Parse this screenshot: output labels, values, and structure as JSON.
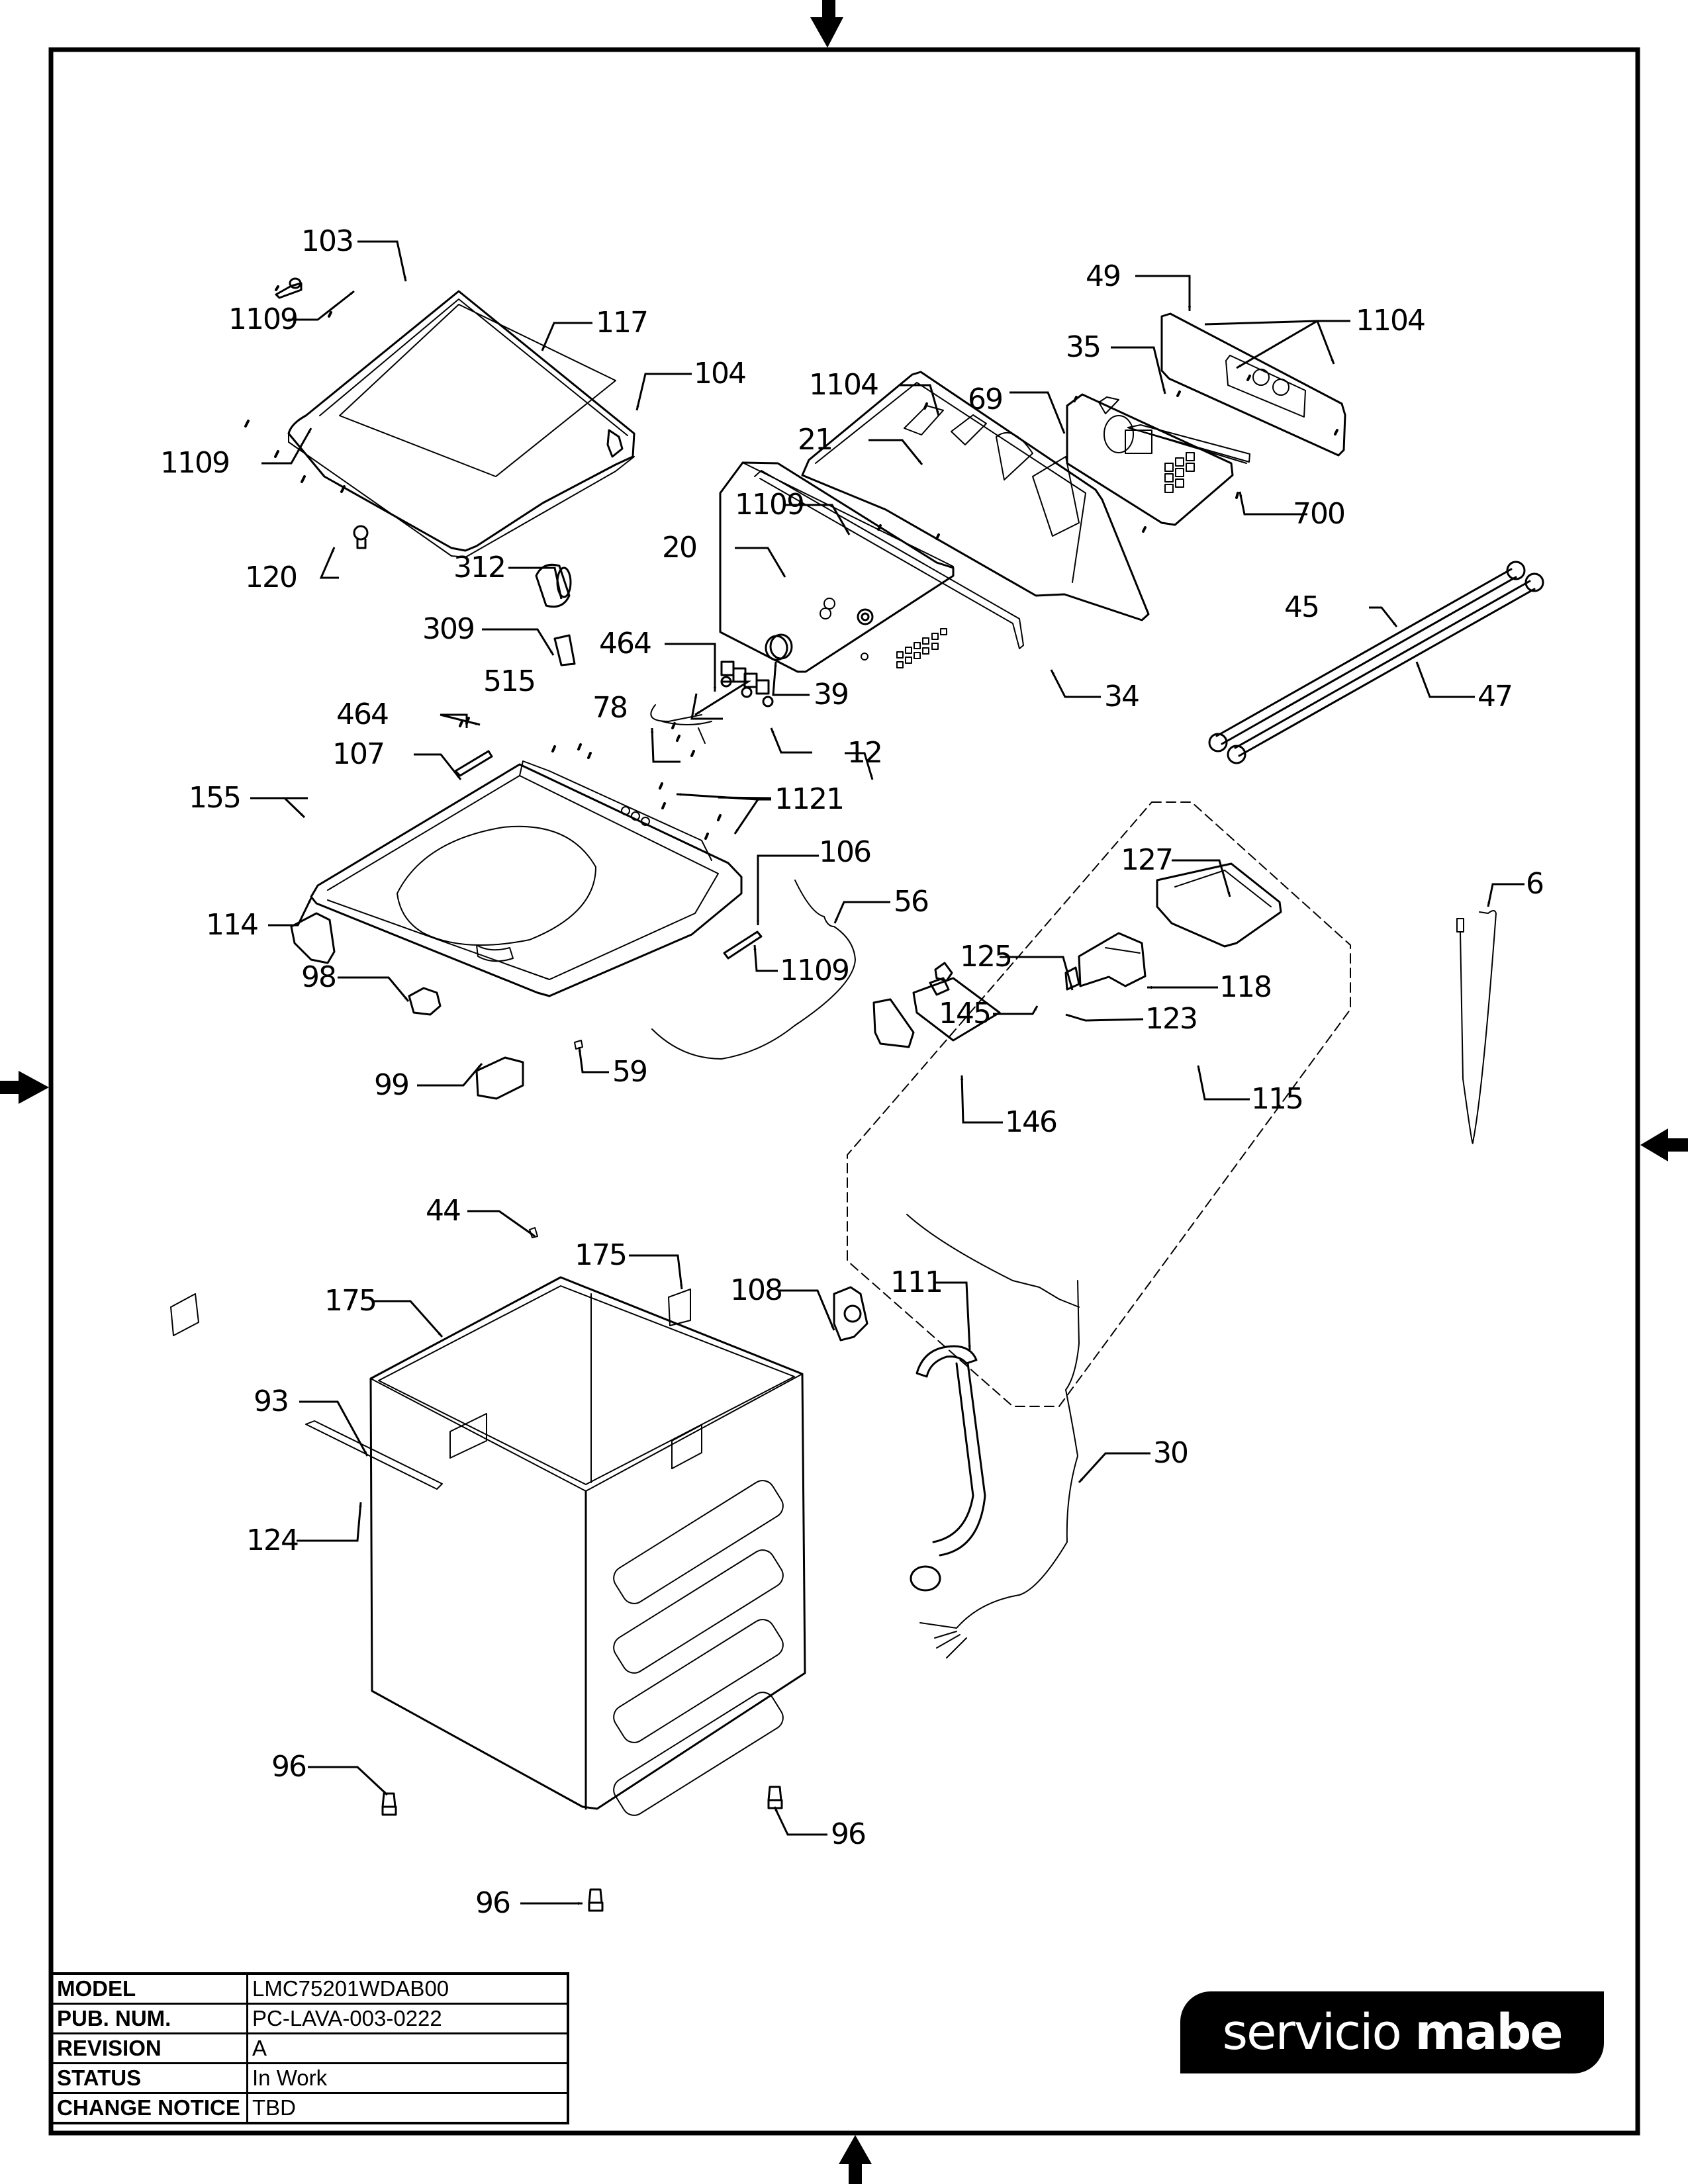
{
  "document": {
    "type": "exploded-parts-diagram",
    "subject": "Top-load washer cabinet, top cover, control panel and dispenser"
  },
  "callouts": [
    {
      "id": "c103",
      "label": "103"
    },
    {
      "id": "c1109a",
      "label": "1109"
    },
    {
      "id": "c117",
      "label": "117"
    },
    {
      "id": "c104",
      "label": "104"
    },
    {
      "id": "c1109b",
      "label": "1109"
    },
    {
      "id": "c120",
      "label": "120"
    },
    {
      "id": "c49",
      "label": "49"
    },
    {
      "id": "c1104a",
      "label": "1104"
    },
    {
      "id": "c35",
      "label": "35"
    },
    {
      "id": "c1104b",
      "label": "1104"
    },
    {
      "id": "c69",
      "label": "69"
    },
    {
      "id": "c21",
      "label": "21"
    },
    {
      "id": "c700",
      "label": "700"
    },
    {
      "id": "c1109c",
      "label": "1109"
    },
    {
      "id": "c20",
      "label": "20"
    },
    {
      "id": "c312",
      "label": "312"
    },
    {
      "id": "c309",
      "label": "309"
    },
    {
      "id": "c464a",
      "label": "464"
    },
    {
      "id": "c39",
      "label": "39"
    },
    {
      "id": "c34",
      "label": "34"
    },
    {
      "id": "c45",
      "label": "45"
    },
    {
      "id": "c47",
      "label": "47"
    },
    {
      "id": "c515",
      "label": "515"
    },
    {
      "id": "c78",
      "label": "78"
    },
    {
      "id": "c12",
      "label": "12"
    },
    {
      "id": "c464b",
      "label": "464"
    },
    {
      "id": "c107",
      "label": "107"
    },
    {
      "id": "c1121",
      "label": "1121"
    },
    {
      "id": "c155",
      "label": "155"
    },
    {
      "id": "c106",
      "label": "106"
    },
    {
      "id": "c114",
      "label": "114"
    },
    {
      "id": "c56",
      "label": "56"
    },
    {
      "id": "c127",
      "label": "127"
    },
    {
      "id": "c6",
      "label": "6"
    },
    {
      "id": "c1109d",
      "label": "1109"
    },
    {
      "id": "c98",
      "label": "98"
    },
    {
      "id": "c125",
      "label": "125"
    },
    {
      "id": "c118",
      "label": "118"
    },
    {
      "id": "c145",
      "label": "145"
    },
    {
      "id": "c123",
      "label": "123"
    },
    {
      "id": "c99",
      "label": "99"
    },
    {
      "id": "c59",
      "label": "59"
    },
    {
      "id": "c146",
      "label": "146"
    },
    {
      "id": "c115",
      "label": "115"
    },
    {
      "id": "c44",
      "label": "44"
    },
    {
      "id": "c175a",
      "label": "175"
    },
    {
      "id": "c175b",
      "label": "175"
    },
    {
      "id": "c108",
      "label": "108"
    },
    {
      "id": "c111",
      "label": "111"
    },
    {
      "id": "c93",
      "label": "93"
    },
    {
      "id": "c30",
      "label": "30"
    },
    {
      "id": "c124",
      "label": "124"
    },
    {
      "id": "c96a",
      "label": "96"
    },
    {
      "id": "c96b",
      "label": "96"
    },
    {
      "id": "c96c",
      "label": "96"
    }
  ],
  "title_block": {
    "rows": [
      {
        "key": "MODEL",
        "value": "LMC75201WDAB00"
      },
      {
        "key": "PUB. NUM.",
        "value": "PC-LAVA-003-0222"
      },
      {
        "key": "REVISION",
        "value": "A"
      },
      {
        "key": "STATUS",
        "value": "In Work"
      },
      {
        "key": "CHANGE NOTICE",
        "value": "TBD"
      }
    ]
  },
  "logo": {
    "part1": "servicio",
    "part2": "mabe"
  },
  "colors": {
    "ink": "#000000",
    "paper": "#ffffff"
  }
}
